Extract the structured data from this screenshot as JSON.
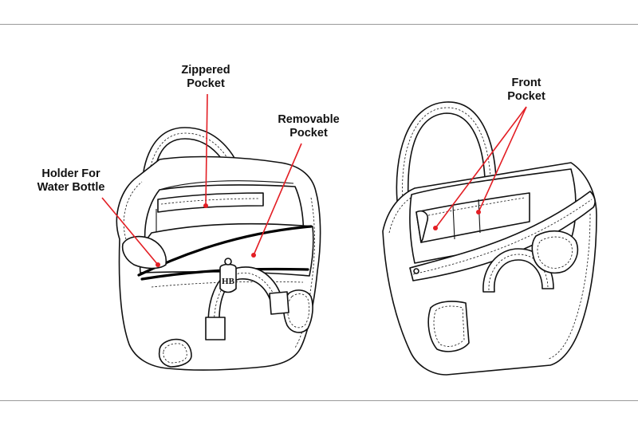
{
  "labels": {
    "zippered_pocket": [
      "Zippered",
      "Pocket"
    ],
    "removable_pocket": [
      "Removable",
      "Pocket"
    ],
    "holder_water_bottle": [
      "Holder For",
      "Water Bottle"
    ],
    "front_pocket": [
      "Front",
      "Pocket"
    ]
  },
  "logo_text": "HB",
  "colors": {
    "callout": "#e31e24",
    "outline": "#111111",
    "frame": "#9a9a9a",
    "background": "#ffffff"
  }
}
